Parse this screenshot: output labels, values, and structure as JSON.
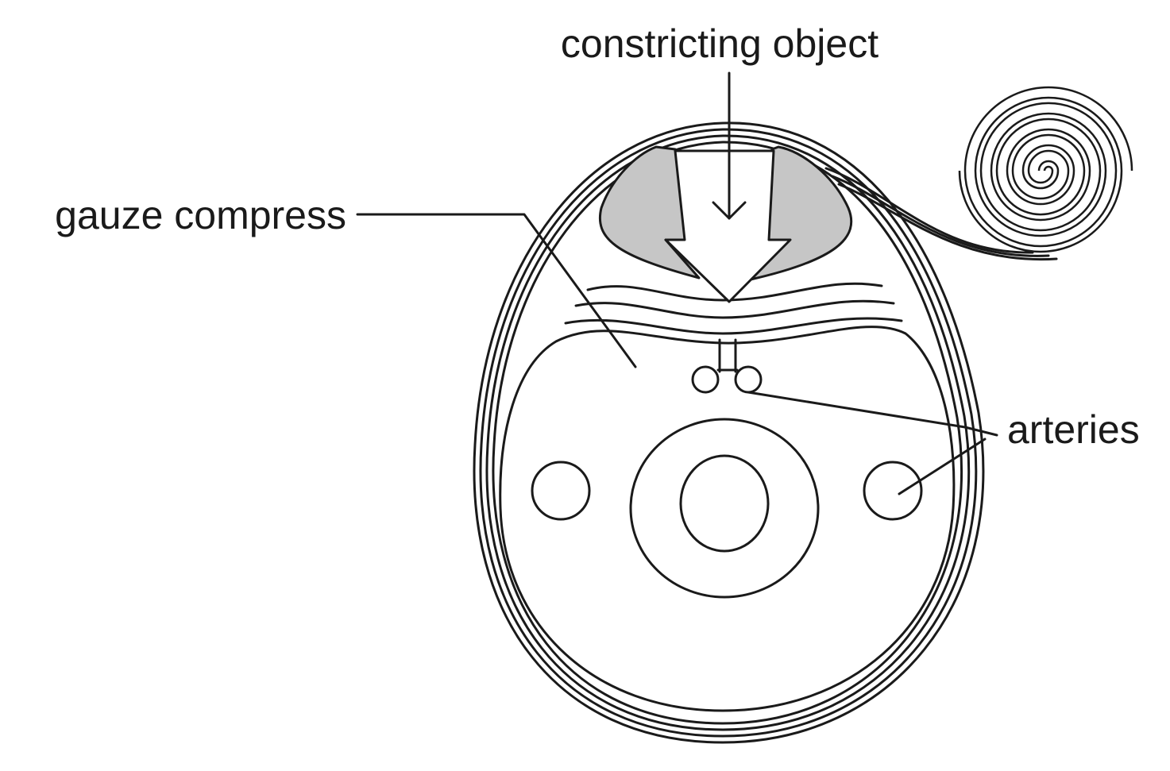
{
  "labels": {
    "constricting_object": "constricting object",
    "gauze_compress": "gauze compress",
    "arteries": "arteries"
  },
  "colors": {
    "stroke": "#1a1a1a",
    "gauze_fill": "#c6c6c6",
    "background": "#ffffff"
  }
}
